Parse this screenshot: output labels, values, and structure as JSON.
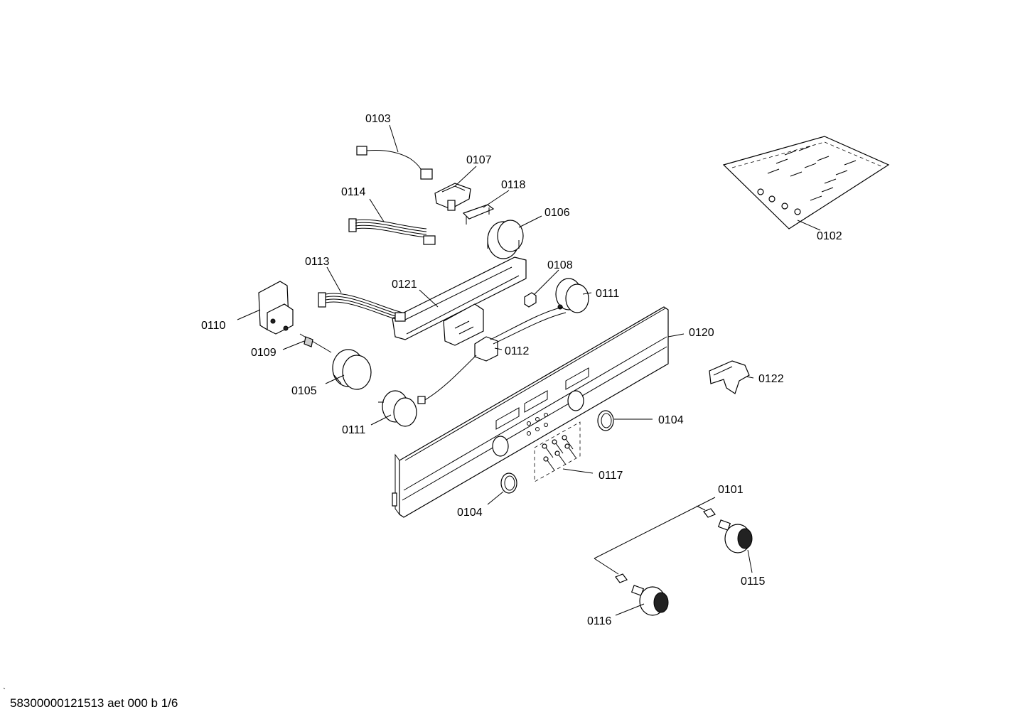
{
  "drawing": {
    "document_id": "58300000121513 aet 000 b 1/6",
    "corner_mark": "`"
  },
  "parts": {
    "p0101": "0101",
    "p0102": "0102",
    "p0103": "0103",
    "p0104a": "0104",
    "p0104b": "0104",
    "p0105": "0105",
    "p0106": "0106",
    "p0107": "0107",
    "p0108": "0108",
    "p0109": "0109",
    "p0110": "0110",
    "p0111a": "0111",
    "p0111b": "0111",
    "p0112": "0112",
    "p0113": "0113",
    "p0114": "0114",
    "p0115": "0115",
    "p0116": "0116",
    "p0117": "0117",
    "p0118": "0118",
    "p0120": "0120",
    "p0121": "0121",
    "p0122": "0122"
  }
}
